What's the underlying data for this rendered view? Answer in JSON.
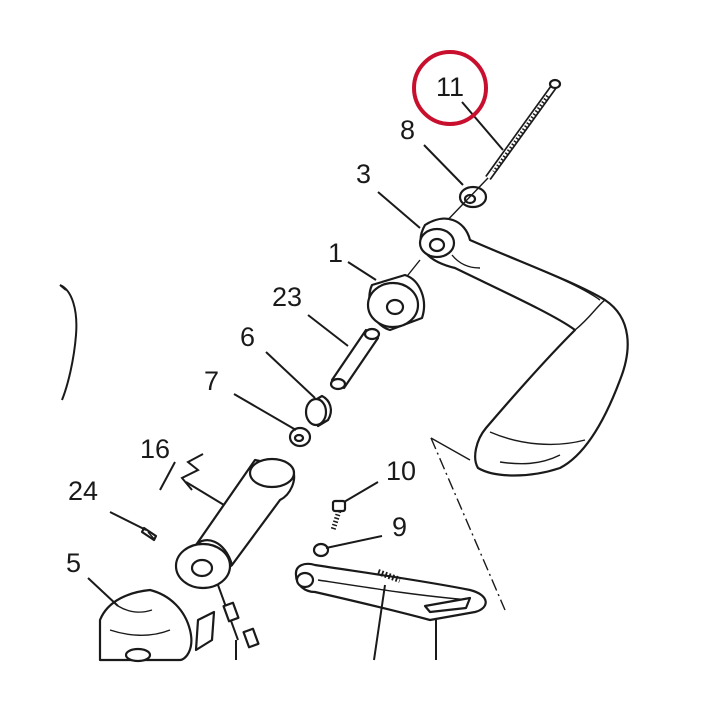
{
  "diagram": {
    "highlight_color": "#c8102e",
    "line_color": "#1a1a1a",
    "highlighted_label": "11",
    "labels": {
      "p11": "11",
      "p8": "8",
      "p3": "3",
      "p1": "1",
      "p23": "23",
      "p6": "6",
      "p7": "7",
      "p16": "16",
      "p24": "24",
      "p5": "5",
      "p10": "10",
      "p9": "9"
    }
  }
}
